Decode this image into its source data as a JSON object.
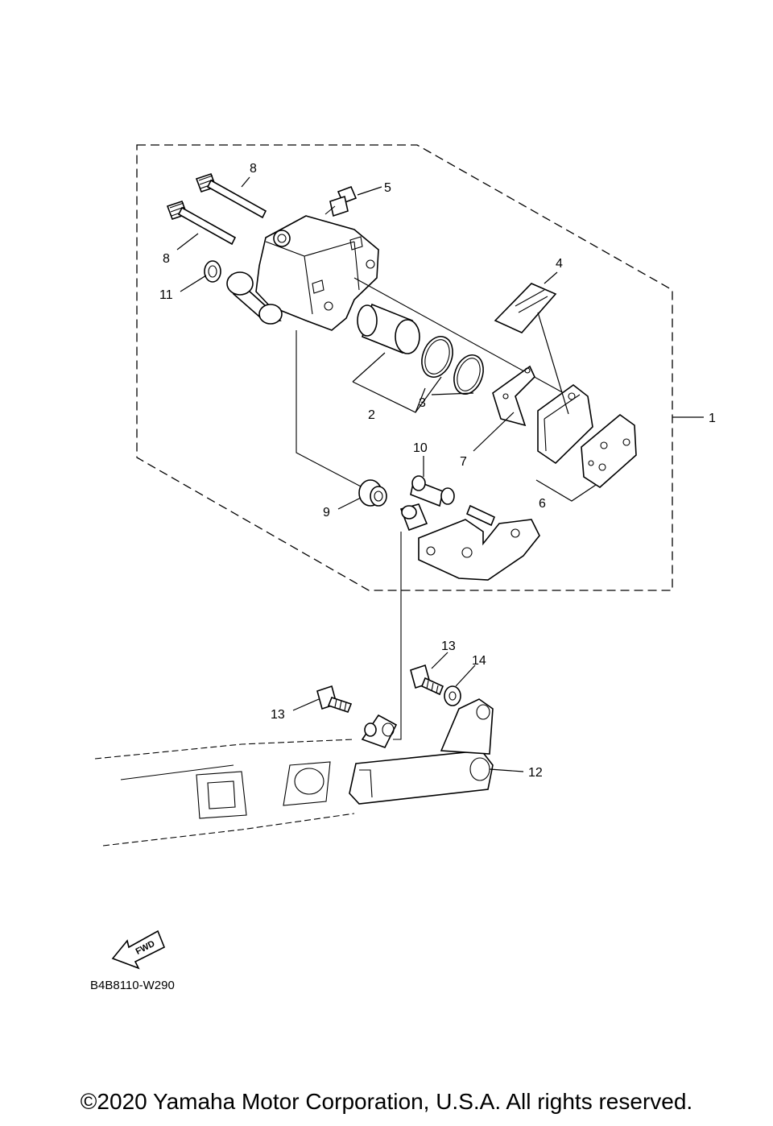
{
  "callouts": {
    "c1": "1",
    "c2": "2",
    "c3": "3",
    "c4": "4",
    "c5": "5",
    "c6": "6",
    "c7": "7",
    "c8a": "8",
    "c8b": "8",
    "c9": "9",
    "c10": "10",
    "c11": "11",
    "c12": "12",
    "c13a": "13",
    "c13b": "13",
    "c14": "14"
  },
  "fwd_label": "FWD",
  "diagram_code": "B4B8110-W290",
  "copyright": "©2020 Yamaha Motor Corporation, U.S.A. All rights reserved."
}
